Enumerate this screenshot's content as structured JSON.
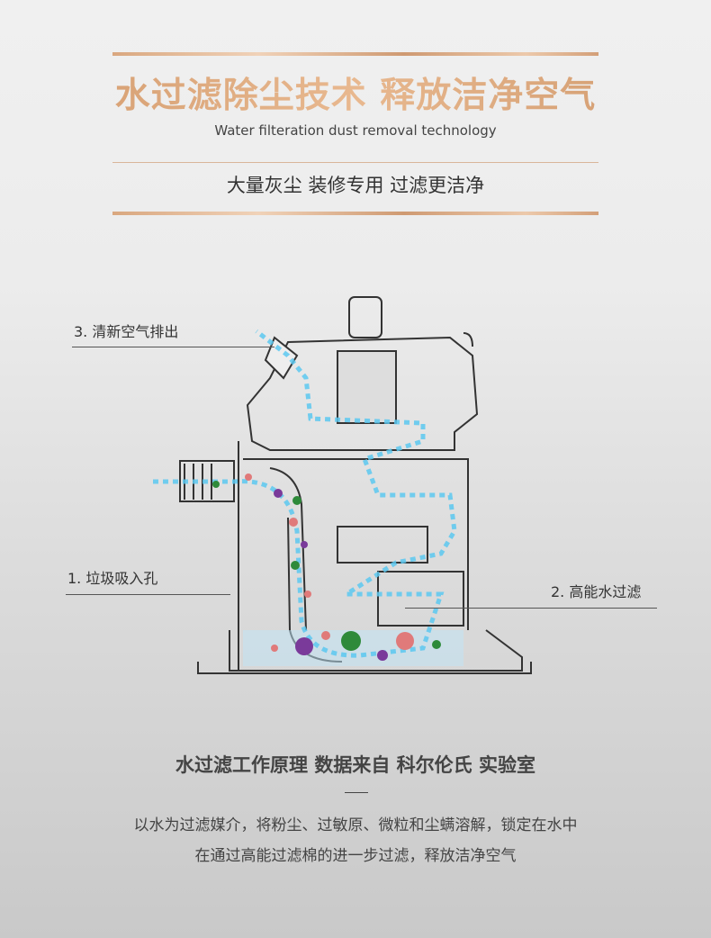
{
  "header": {
    "title": "水过滤除尘技术 释放洁净空气",
    "subtitle_en": "Water filteration dust removal technology",
    "tagline": "大量灰尘 装修专用 过滤更洁净"
  },
  "diagram": {
    "labels": [
      {
        "text": "3. 清新空气排出"
      },
      {
        "text": "1. 垃圾吸入孔"
      },
      {
        "text": "2. 高能水过滤"
      }
    ],
    "colors": {
      "airflow": "#5cc8f0",
      "outline": "#333333",
      "germ_purple": "#7a3a9a",
      "germ_green": "#2e8a3a",
      "germ_pink": "#e07a7a"
    }
  },
  "footer": {
    "heading": "水过滤工作原理 数据来自 科尔伦氏 实验室",
    "line1": "以水为过滤媒介，将粉尘、过敏原、微粒和尘螨溶解，锁定在水中",
    "line2": "在通过高能过滤棉的进一步过滤，释放洁净空气"
  }
}
